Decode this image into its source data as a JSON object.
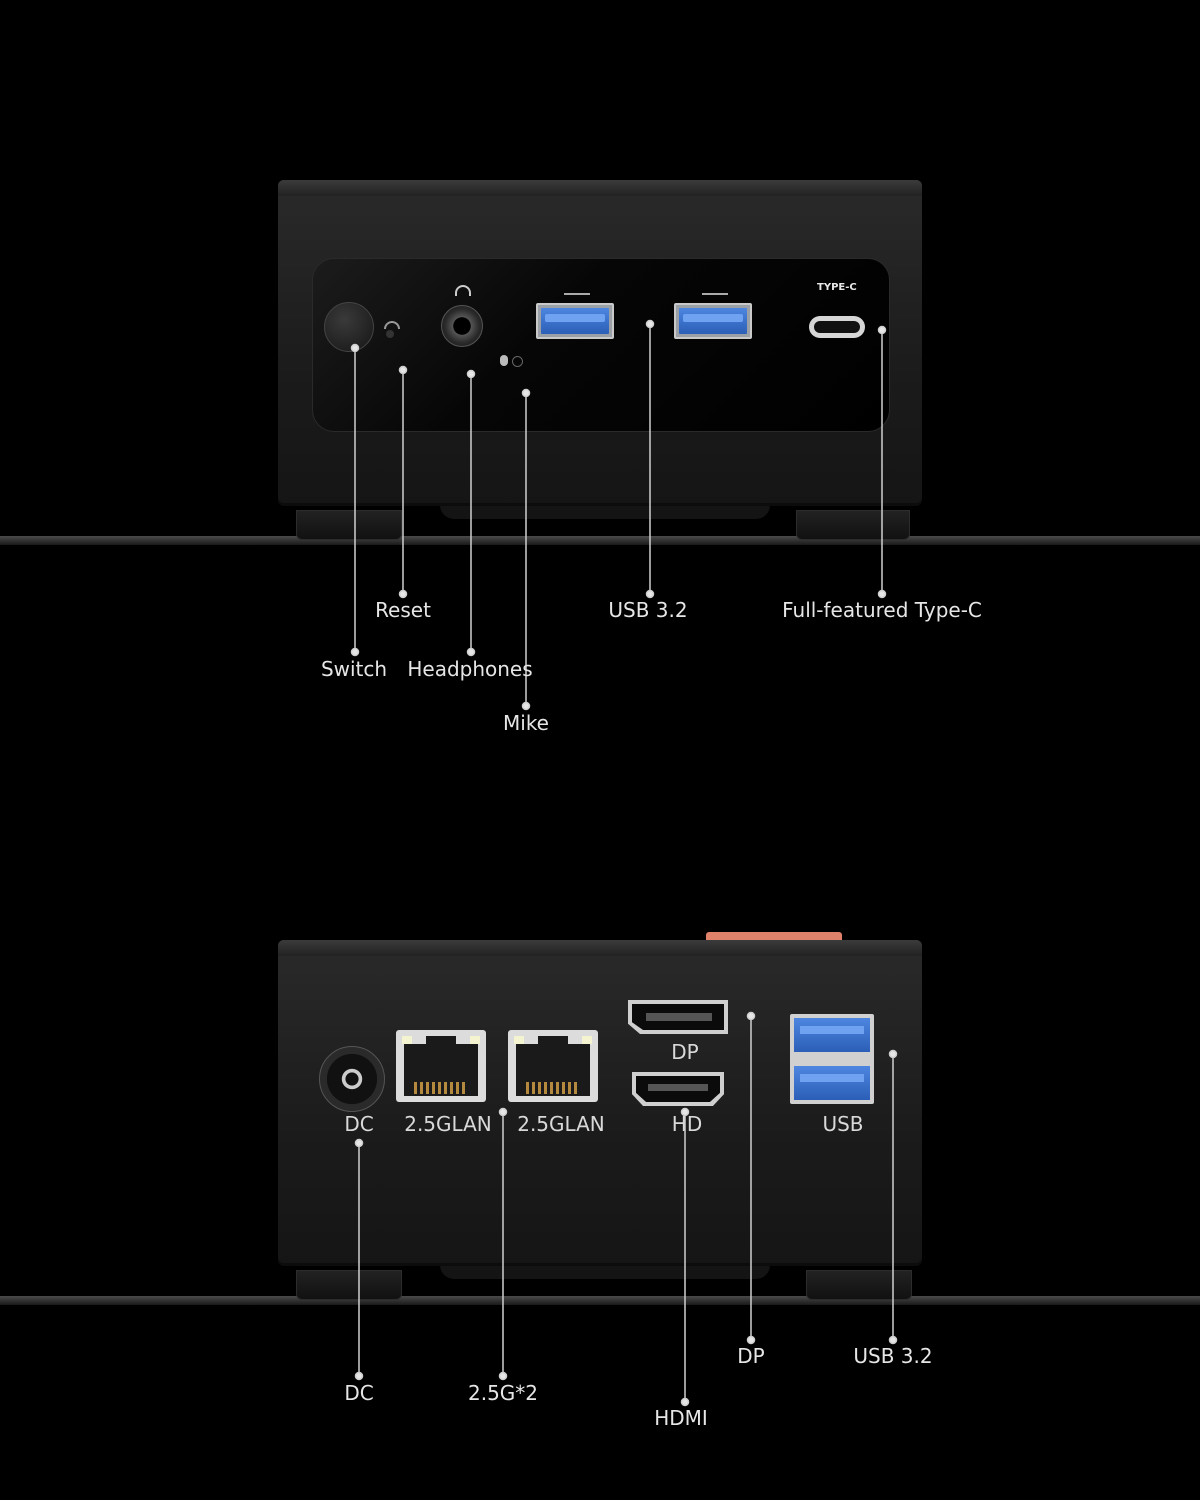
{
  "front": {
    "panel_text": {
      "type_c": "TYPE-C"
    },
    "callouts": {
      "reset": "Reset",
      "usb32": "USB 3.2",
      "typec": "Full-featured Type-C",
      "switch": "Switch",
      "headphones": "Headphones",
      "mike": "Mike"
    }
  },
  "rear": {
    "port_labels": {
      "dc": "DC",
      "lan1": "2.5GLAN",
      "lan2": "2.5GLAN",
      "dp": "DP",
      "hd": "HD",
      "usb": "USB"
    },
    "callouts": {
      "dc": "DC",
      "lan": "2.5G*2",
      "hdmi": "HDMI",
      "dp": "DP",
      "usb32": "USB 3.2"
    }
  },
  "colors": {
    "background": "#000000",
    "usb_blue": "#3b73cf",
    "top_accent": "#e0826a"
  }
}
